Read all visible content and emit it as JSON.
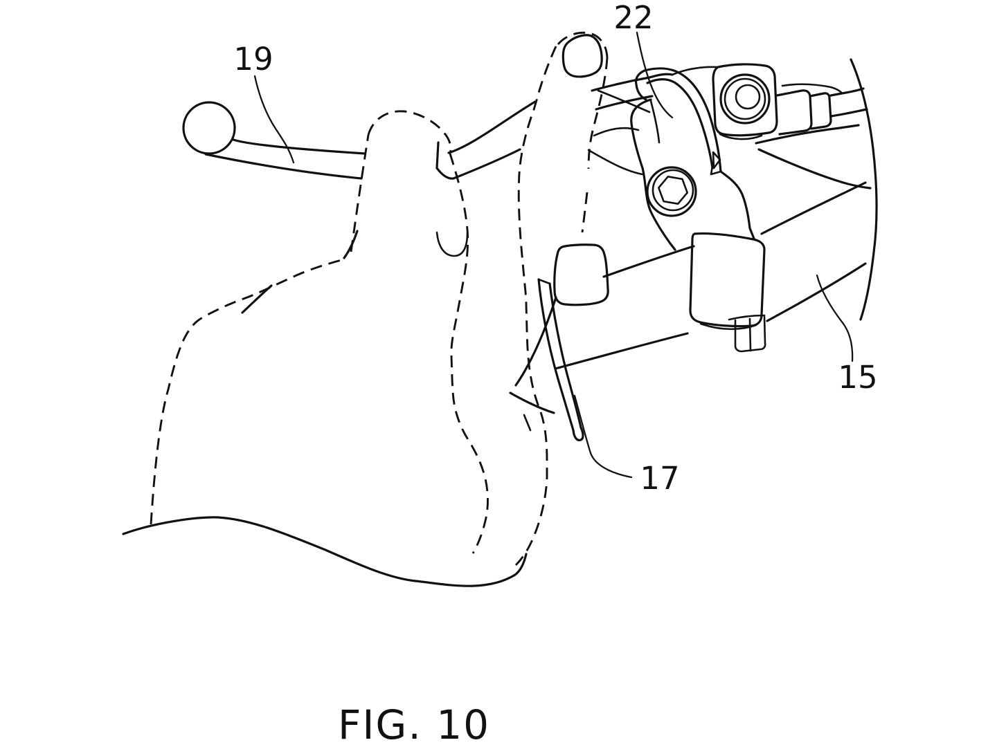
{
  "figure": {
    "caption": "FIG. 10",
    "labels": {
      "brake_lever": "19",
      "lever_bracket": "22",
      "handlebar_grip": "15",
      "lock_lever": "17"
    }
  },
  "colors": {
    "ink": "#111111",
    "background": "#ffffff"
  }
}
